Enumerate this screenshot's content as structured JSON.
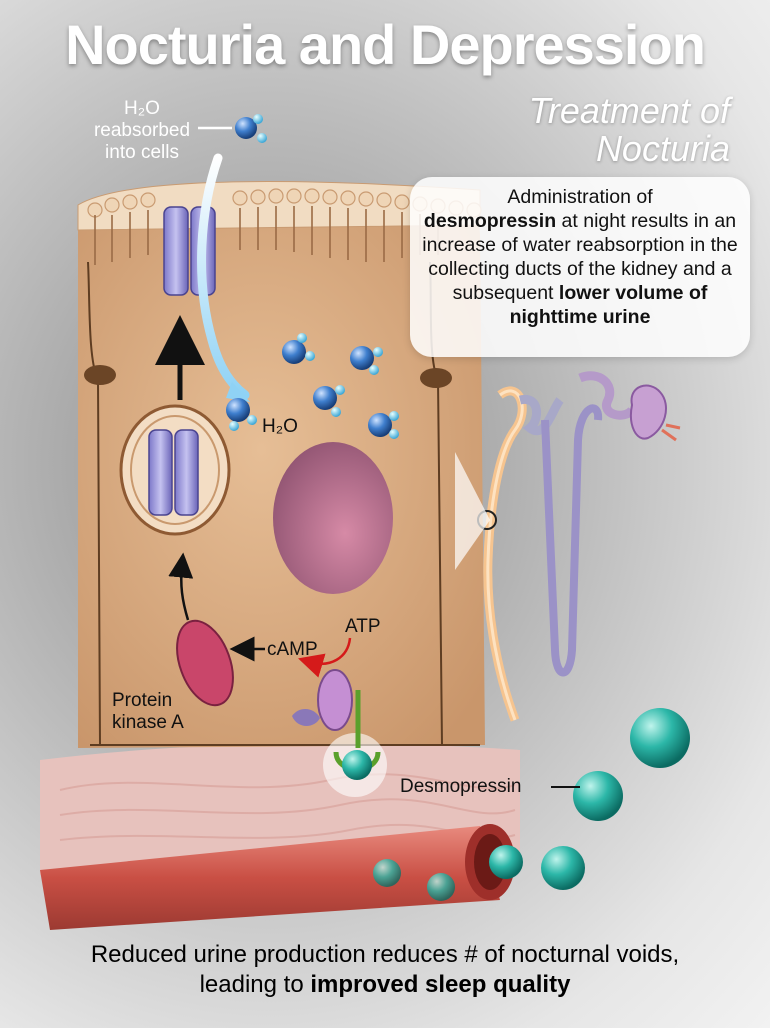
{
  "title": "Nocturia and Depression",
  "subtitle_line1": "Treatment of",
  "subtitle_line2": "Nocturia",
  "callout": {
    "pre1": "Administration of",
    "bold1": "desmopressin",
    "mid1": " at night results in an increase of water reabsorption in the collecting ducts of the kidney and a subsequent ",
    "bold2": "lower volume of nighttime urine"
  },
  "labels": {
    "h2o_reabsorbed_line1": "H₂O",
    "h2o_reabsorbed_line2": "reabsorbed",
    "h2o_reabsorbed_line3": "into cells",
    "h2o": "H₂O",
    "atp": "ATP",
    "camp": "cAMP",
    "pka_line1": "Protein",
    "pka_line2": "kinase A",
    "desmopressin": "Desmopressin"
  },
  "footer": {
    "line1": "Reduced urine production reduces # of nocturnal voids,",
    "line2_pre": "leading to ",
    "line2_bold": "improved sleep quality"
  }
}
